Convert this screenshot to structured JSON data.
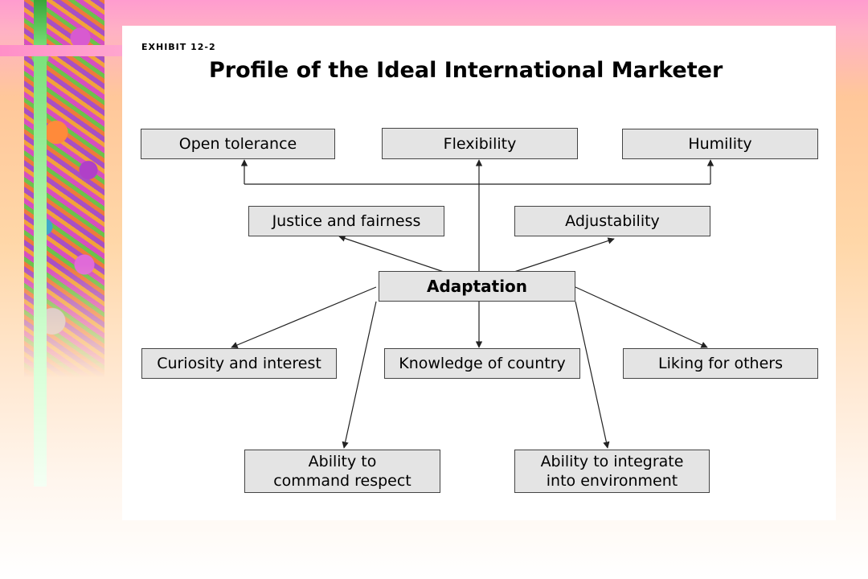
{
  "exhibit_label": "EXHIBIT 12-2",
  "title": "Profile of the Ideal International Marketer",
  "center": "Adaptation",
  "nodes": {
    "open_tolerance": "Open tolerance",
    "flexibility": "Flexibility",
    "humility": "Humility",
    "justice_fairness": "Justice and fairness",
    "adjustability": "Adjustability",
    "curiosity_interest": "Curiosity and interest",
    "knowledge_country": "Knowledge of country",
    "liking_others": "Liking for others",
    "command_respect_line1": "Ability to",
    "command_respect_line2": "command respect",
    "integrate_line1": "Ability to integrate",
    "integrate_line2": "into environment"
  },
  "colors": {
    "box_fill": "#e4e4e4",
    "box_border": "#444444",
    "panel": "#ffffff",
    "accent_pink": "#ff9ccf",
    "accent_green": "#79e079"
  }
}
